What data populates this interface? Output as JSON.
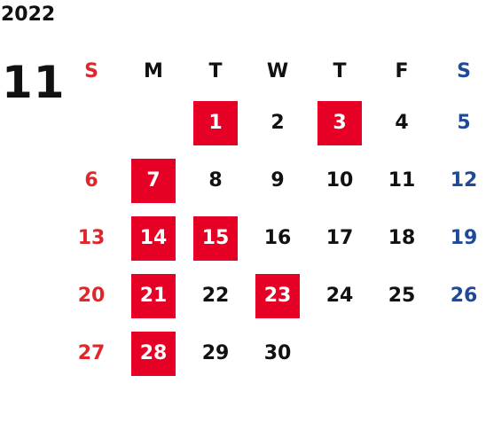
{
  "year": "2022",
  "month": "11",
  "colors": {
    "sunday": "#e0262b",
    "saturday": "#1f4a9a",
    "highlight": "#e60026",
    "text": "#111111"
  },
  "weekdays": [
    {
      "label": "S",
      "kind": "sunday"
    },
    {
      "label": "M",
      "kind": "weekday"
    },
    {
      "label": "T",
      "kind": "weekday"
    },
    {
      "label": "W",
      "kind": "weekday"
    },
    {
      "label": "T",
      "kind": "weekday"
    },
    {
      "label": "F",
      "kind": "weekday"
    },
    {
      "label": "S",
      "kind": "saturday"
    }
  ],
  "weeks": [
    [
      null,
      null,
      {
        "day": "1",
        "highlight": true
      },
      {
        "day": "2"
      },
      {
        "day": "3",
        "highlight": true
      },
      {
        "day": "4"
      },
      {
        "day": "5"
      }
    ],
    [
      {
        "day": "6"
      },
      {
        "day": "7",
        "highlight": true
      },
      {
        "day": "8"
      },
      {
        "day": "9"
      },
      {
        "day": "10"
      },
      {
        "day": "11"
      },
      {
        "day": "12"
      }
    ],
    [
      {
        "day": "13"
      },
      {
        "day": "14",
        "highlight": true
      },
      {
        "day": "15",
        "highlight": true
      },
      {
        "day": "16"
      },
      {
        "day": "17"
      },
      {
        "day": "18"
      },
      {
        "day": "19"
      }
    ],
    [
      {
        "day": "20"
      },
      {
        "day": "21",
        "highlight": true
      },
      {
        "day": "22"
      },
      {
        "day": "23",
        "highlight": true
      },
      {
        "day": "24"
      },
      {
        "day": "25"
      },
      {
        "day": "26"
      }
    ],
    [
      {
        "day": "27"
      },
      {
        "day": "28",
        "highlight": true
      },
      {
        "day": "29"
      },
      {
        "day": "30"
      },
      null,
      null,
      null
    ]
  ]
}
